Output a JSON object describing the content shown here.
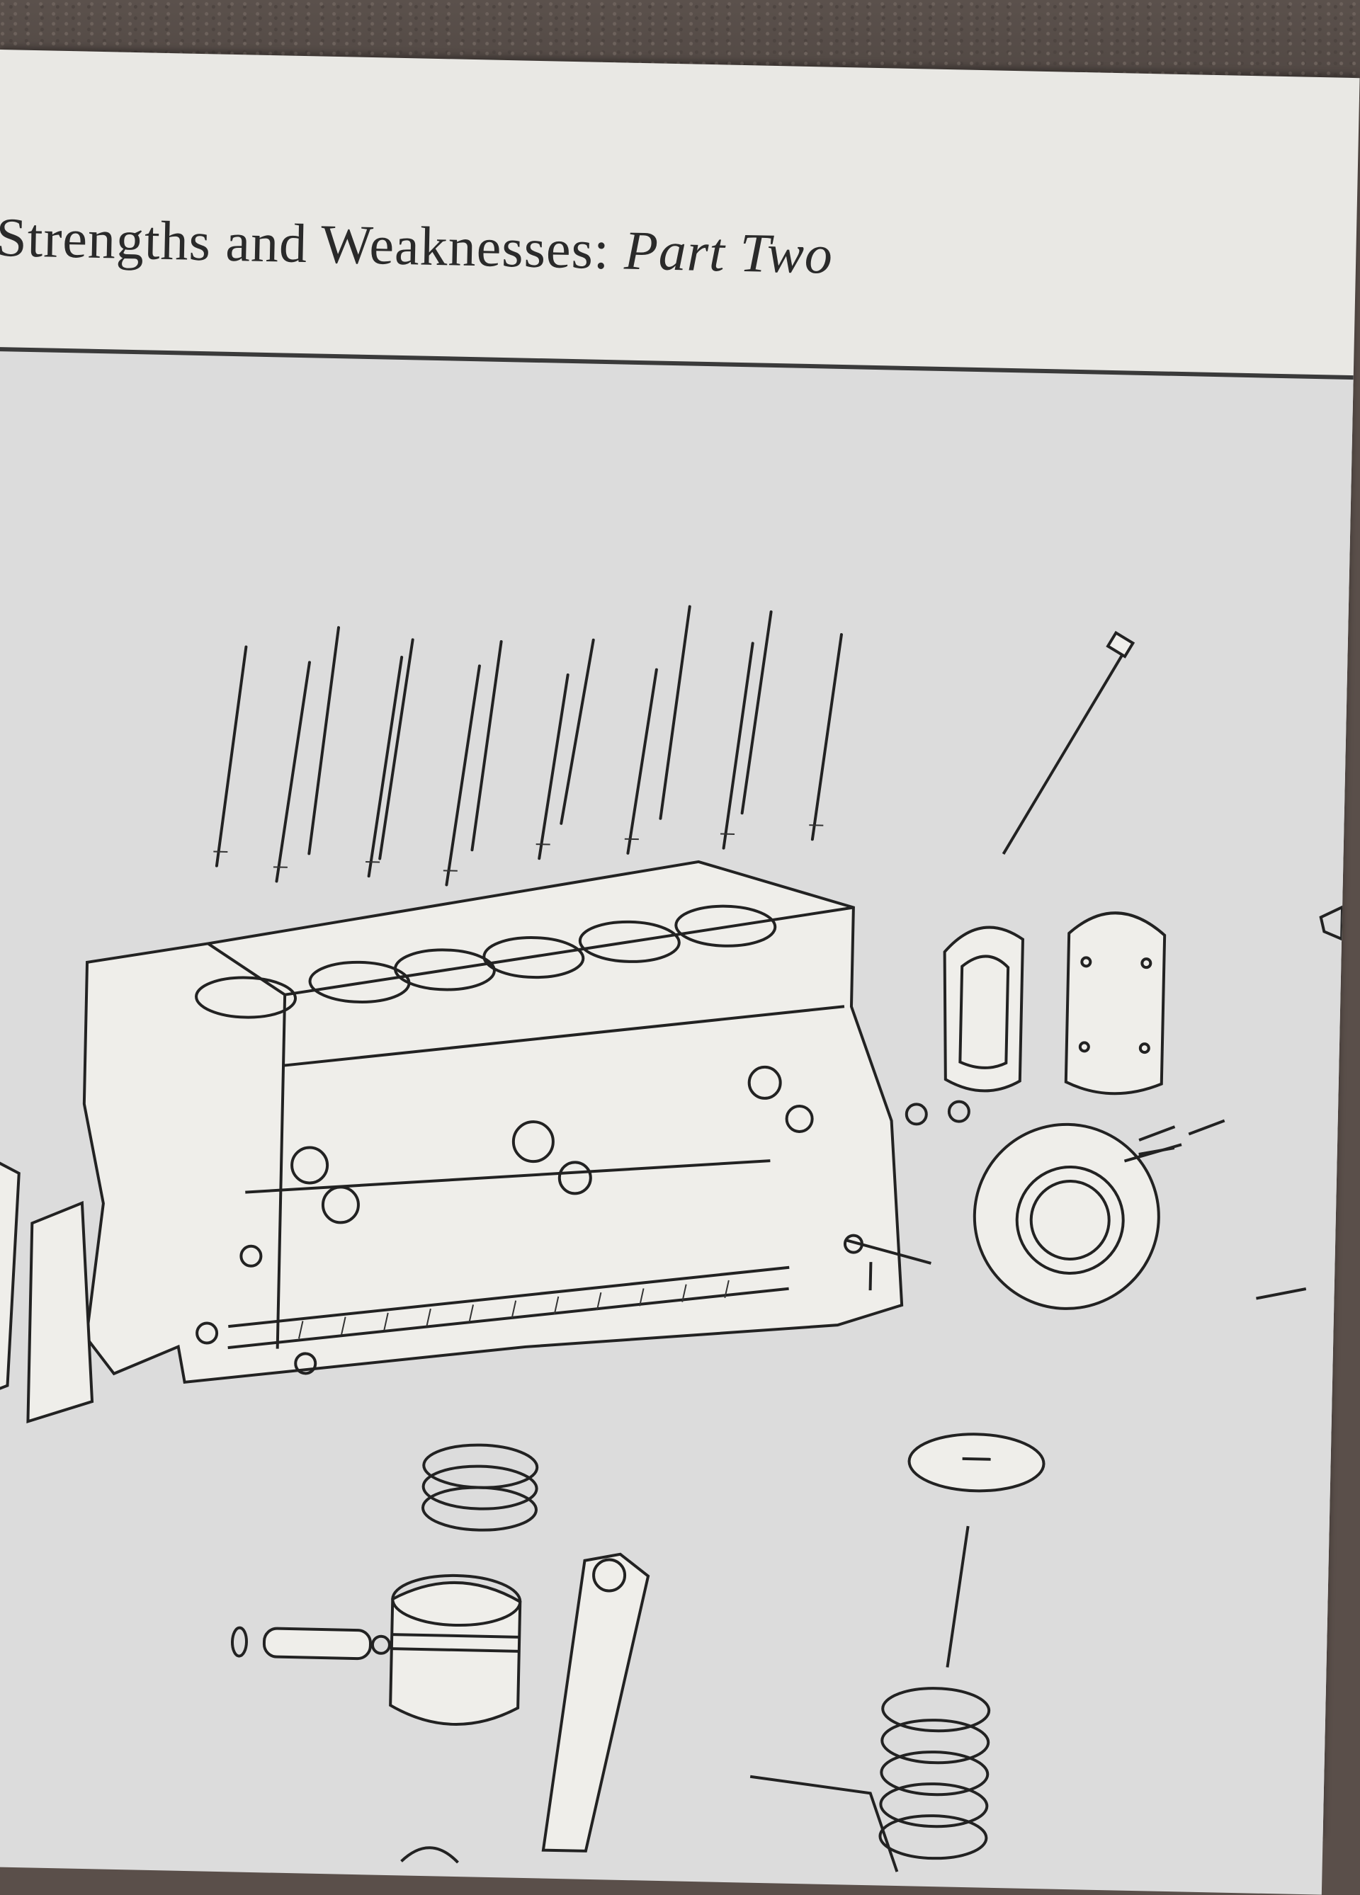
{
  "header": {
    "title_main": "Strengths and Weaknesses: ",
    "title_part": "Part Two"
  },
  "diagram": {
    "subject": "exploded engine block",
    "parts": [
      "cylinder-head-studs",
      "long-stud",
      "cylinder-block",
      "end-plate-gasket",
      "end-plate",
      "rear-main-bearing-housing",
      "drain-tap",
      "core-plug",
      "piston-rings",
      "piston",
      "gudgeon-pin",
      "connecting-rod",
      "valve-spring-and-stem",
      "timing-cover-fragment"
    ]
  }
}
